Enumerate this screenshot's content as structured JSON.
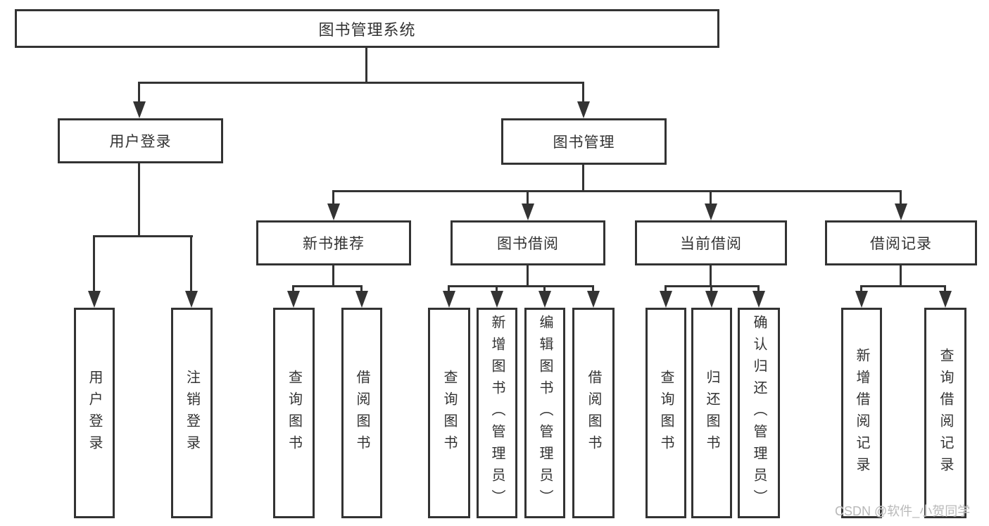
{
  "tree": {
    "label": "图书管理系统",
    "children": [
      {
        "label": "用户登录",
        "children": [
          {
            "label": "用户登录"
          },
          {
            "label": "注销登录"
          }
        ]
      },
      {
        "label": "图书管理",
        "children": [
          {
            "label": "新书推荐",
            "children": [
              {
                "label": "查询图书"
              },
              {
                "label": "借阅图书"
              }
            ]
          },
          {
            "label": "图书借阅",
            "children": [
              {
                "label": "查询图书"
              },
              {
                "label": "新增图书（管理员）"
              },
              {
                "label": "编辑图书（管理员）"
              },
              {
                "label": "借阅图书"
              }
            ]
          },
          {
            "label": "当前借阅",
            "children": [
              {
                "label": "查询图书"
              },
              {
                "label": "归还图书"
              },
              {
                "label": "确认归还（管理员）"
              }
            ]
          },
          {
            "label": "借阅记录",
            "children": [
              {
                "label": "新增借阅记录"
              },
              {
                "label": "查询借阅记录"
              }
            ]
          }
        ]
      }
    ]
  },
  "watermark": {
    "text": "CSDN @软件_小贺同学"
  },
  "colors": {
    "line": "#333333",
    "text": "#333333",
    "box_background": "#ffffff",
    "page_background": "#ffffff",
    "watermark": "#b9b9b9"
  }
}
